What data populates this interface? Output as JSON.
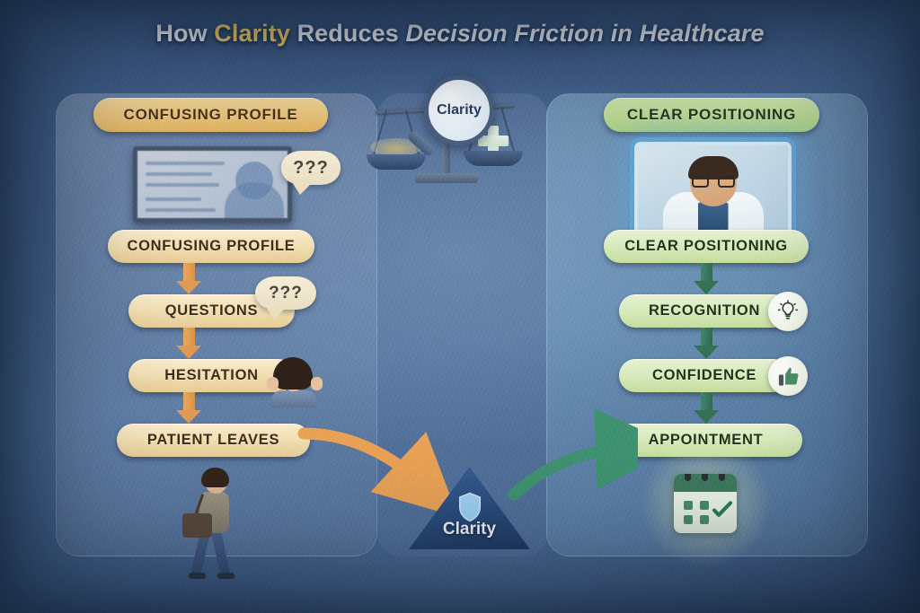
{
  "title": {
    "part1": "How ",
    "highlight": "Clarity",
    "part2": " Reduces ",
    "italic": "Decision Friction in Healthcare"
  },
  "colors": {
    "background_deep": "#3d5a84",
    "accent_gold": "#f5cf63",
    "pill_amber": "#f2e0b5",
    "pill_green": "#d9ebbe",
    "arrow_amber": "#e09a54",
    "arrow_green": "#347354",
    "clarity_triangle": "#2d4f80",
    "panel_right_tint": "#a0cee8"
  },
  "left_column": {
    "header": "CONFUSING PROFILE",
    "hero_icon": "blurred-profile-screen-icon",
    "hero_bubble": "???",
    "steps": [
      {
        "label": "CONFUSING PROFILE",
        "icon": null
      },
      {
        "label": "QUESTIONS",
        "icon": "question-bubble-icon"
      },
      {
        "label": "HESITATION",
        "icon": "confused-person-icon"
      },
      {
        "label": "PATIENT LEAVES",
        "icon": null
      }
    ],
    "footer_icon": "walking-away-person-icon"
  },
  "right_column": {
    "header": "CLEAR POSITIONING",
    "hero_icon": "sharp-doctor-portrait-icon",
    "steps": [
      {
        "label": "CLEAR POSITIONING",
        "icon": null
      },
      {
        "label": "RECOGNITION",
        "icon": "lightbulb-icon"
      },
      {
        "label": "CONFIDENCE",
        "icon": "thumbs-up-icon"
      },
      {
        "label": "APPOINTMENT",
        "icon": null
      }
    ],
    "footer_icon": "calendar-check-icon"
  },
  "center": {
    "scale_label": "Clarity",
    "scale_icon": "balance-scale-with-magnifier-icon",
    "scale_left_pan": "murky-pile-icon",
    "scale_right_pan": "medical-cross-icon",
    "badge_label": "Clarity",
    "badge_icon": "shield-icon",
    "inbound_connector": "orange-curved-arrow",
    "outbound_connector": "green-curved-arrow"
  }
}
